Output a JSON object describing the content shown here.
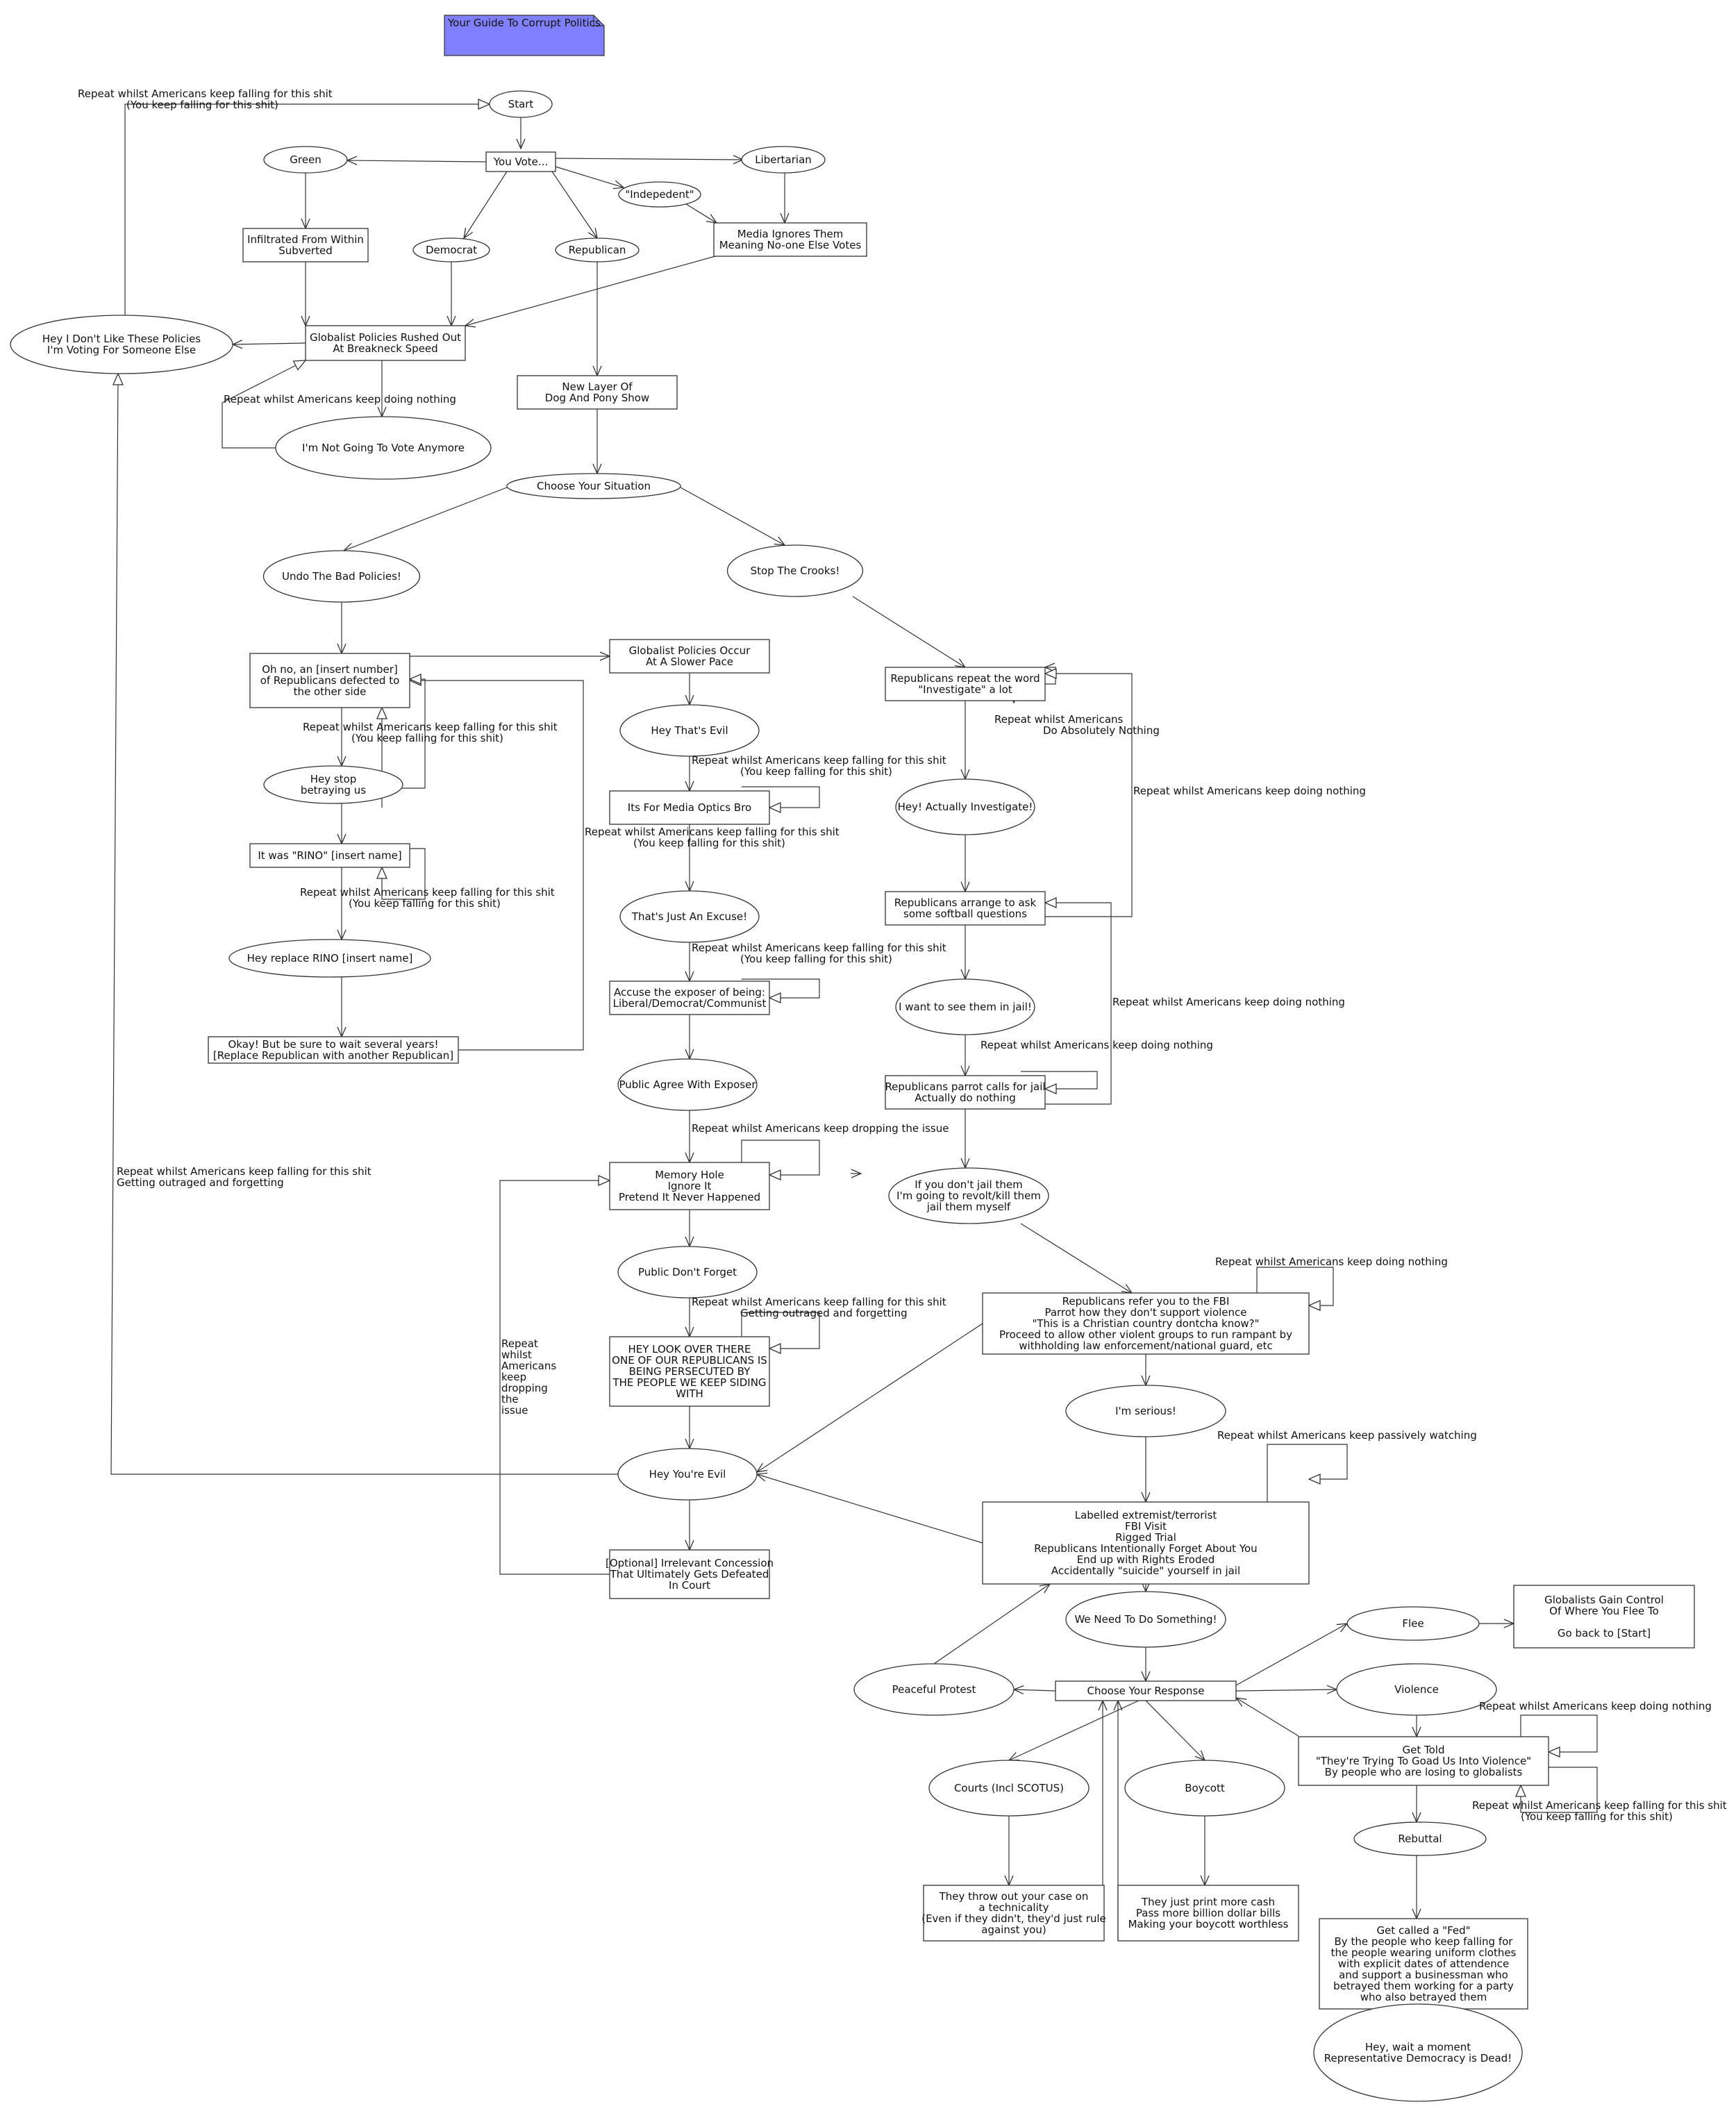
{
  "note": "Your Guide To Corrupt Politics",
  "colors": {
    "note_fill": "#8080ff",
    "line": "#333333",
    "node_fill": "#ffffff"
  },
  "nodes": [
    {
      "id": "start",
      "shape": "ellipse",
      "text": [
        "Start"
      ]
    },
    {
      "id": "youvote",
      "shape": "rect",
      "text": [
        "You Vote..."
      ]
    },
    {
      "id": "green",
      "shape": "ellipse",
      "text": [
        "Green"
      ]
    },
    {
      "id": "libertarian",
      "shape": "ellipse",
      "text": [
        "Libertarian"
      ]
    },
    {
      "id": "independent",
      "shape": "ellipse",
      "text": [
        "\"Indepedent\""
      ]
    },
    {
      "id": "democrat",
      "shape": "ellipse",
      "text": [
        "Democrat"
      ]
    },
    {
      "id": "republican",
      "shape": "ellipse",
      "text": [
        "Republican"
      ]
    },
    {
      "id": "infiltrated",
      "shape": "rect",
      "text": [
        "Infiltrated From Within",
        "Subverted"
      ]
    },
    {
      "id": "media_ignores",
      "shape": "rect",
      "text": [
        "Media Ignores Them",
        "Meaning No-one Else Votes"
      ]
    },
    {
      "id": "globalist_rushed",
      "shape": "rect",
      "text": [
        "Globalist Policies Rushed Out",
        "At Breakneck Speed"
      ]
    },
    {
      "id": "hey_dont_like",
      "shape": "ellipse",
      "text": [
        "Hey I Don't Like These Policies",
        "I'm Voting For Someone Else"
      ]
    },
    {
      "id": "not_vote",
      "shape": "ellipse",
      "text": [
        "I'm Not Going To Vote Anymore"
      ]
    },
    {
      "id": "new_layer",
      "shape": "rect",
      "text": [
        "New Layer Of",
        "Dog And Pony Show"
      ]
    },
    {
      "id": "choose_situation",
      "shape": "ellipse",
      "text": [
        "Choose Your Situation"
      ]
    },
    {
      "id": "undo",
      "shape": "ellipse",
      "text": [
        "Undo The Bad Policies!"
      ]
    },
    {
      "id": "stop_crooks",
      "shape": "ellipse",
      "text": [
        "Stop The Crooks!"
      ]
    },
    {
      "id": "oh_no",
      "shape": "rect",
      "text": [
        "Oh no, an [insert number]",
        "of Republicans defected to",
        "the other side"
      ]
    },
    {
      "id": "globalist_slower",
      "shape": "rect",
      "text": [
        "Globalist Policies Occur",
        "At A Slower Pace"
      ]
    },
    {
      "id": "hey_stop",
      "shape": "ellipse",
      "text": [
        "Hey stop",
        "betraying us"
      ]
    },
    {
      "id": "rino",
      "shape": "rect",
      "text": [
        "It was \"RINO\" [insert name]"
      ]
    },
    {
      "id": "replace_rino",
      "shape": "ellipse",
      "text": [
        "Hey replace RINO [insert name]"
      ]
    },
    {
      "id": "okay_wait",
      "shape": "rect",
      "text": [
        "Okay! But be sure to wait several years!",
        "[Replace Republican with another Republican]"
      ]
    },
    {
      "id": "thats_evil",
      "shape": "ellipse",
      "text": [
        "Hey That's Evil"
      ]
    },
    {
      "id": "media_optics",
      "shape": "rect",
      "text": [
        "Its For Media Optics Bro"
      ]
    },
    {
      "id": "just_excuse",
      "shape": "ellipse",
      "text": [
        "That's Just An Excuse!"
      ]
    },
    {
      "id": "accuse",
      "shape": "rect",
      "text": [
        "Accuse the exposer of being:",
        "Liberal/Democrat/Communist"
      ]
    },
    {
      "id": "public_agree",
      "shape": "ellipse",
      "text": [
        "Public Agree With Exposer"
      ]
    },
    {
      "id": "memory_hole",
      "shape": "rect",
      "text": [
        "Memory Hole",
        "Ignore It",
        "Pretend It Never Happened"
      ]
    },
    {
      "id": "public_dont_forget",
      "shape": "ellipse",
      "text": [
        "Public Don't Forget"
      ]
    },
    {
      "id": "hey_look",
      "shape": "rect",
      "text": [
        "HEY LOOK OVER THERE",
        "ONE OF OUR REPUBLICANS IS",
        "BEING PERSECUTED BY",
        "THE PEOPLE WE KEEP SIDING",
        "WITH"
      ]
    },
    {
      "id": "hey_youre_evil",
      "shape": "ellipse",
      "text": [
        "Hey You're Evil"
      ]
    },
    {
      "id": "irrelevant",
      "shape": "rect",
      "text": [
        "[Optional] Irrelevant Concession",
        "That Ultimately Gets Defeated",
        "In Court"
      ]
    },
    {
      "id": "investigate",
      "shape": "rect",
      "text": [
        "Republicans repeat the word",
        "\"Investigate\" a lot"
      ]
    },
    {
      "id": "actually_investigate",
      "shape": "ellipse",
      "text": [
        "Hey! Actually Investigate!"
      ]
    },
    {
      "id": "softball",
      "shape": "rect",
      "text": [
        "Republicans arrange to ask",
        "some softball questions"
      ]
    },
    {
      "id": "see_jail",
      "shape": "ellipse",
      "text": [
        "I want to see them in jail!"
      ]
    },
    {
      "id": "parrot",
      "shape": "rect",
      "text": [
        "Republicans parrot calls for jail",
        "Actually do nothing"
      ]
    },
    {
      "id": "revolt",
      "shape": "ellipse",
      "text": [
        "If you don't jail them",
        "I'm going to revolt/kill them",
        "jail them myself"
      ]
    },
    {
      "id": "fbi",
      "shape": "rect",
      "text": [
        "Republicans refer you to the FBI",
        "Parrot how they don't support violence",
        "\"This is a Christian country dontcha know?\"",
        "Proceed to allow other violent groups to run rampant by",
        "withholding law enforcement/national guard, etc"
      ]
    },
    {
      "id": "serious",
      "shape": "ellipse",
      "text": [
        "I'm serious!"
      ]
    },
    {
      "id": "labelled",
      "shape": "rect",
      "text": [
        "Labelled extremist/terrorist",
        "FBI Visit",
        "Rigged Trial",
        "Republicans Intentionally Forget About You",
        "End up with Rights Eroded",
        "Accidentally \"suicide\" yourself in jail"
      ]
    },
    {
      "id": "need_something",
      "shape": "ellipse",
      "text": [
        "We Need To Do Something!"
      ]
    },
    {
      "id": "choose_response",
      "shape": "rect",
      "text": [
        "Choose Your Response"
      ]
    },
    {
      "id": "peaceful",
      "shape": "ellipse",
      "text": [
        "Peaceful Protest"
      ]
    },
    {
      "id": "flee",
      "shape": "ellipse",
      "text": [
        "Flee"
      ]
    },
    {
      "id": "globalists_control",
      "shape": "rect",
      "text": [
        "Globalists Gain Control",
        "Of Where You Flee To",
        "",
        "Go back to [Start]"
      ]
    },
    {
      "id": "violence",
      "shape": "ellipse",
      "text": [
        "Violence"
      ]
    },
    {
      "id": "get_told",
      "shape": "rect",
      "text": [
        "Get Told",
        "\"They're Trying To Goad Us Into Violence\"",
        "By people who are losing to globalists"
      ]
    },
    {
      "id": "courts",
      "shape": "ellipse",
      "text": [
        "Courts (Incl SCOTUS)"
      ]
    },
    {
      "id": "boycott",
      "shape": "ellipse",
      "text": [
        "Boycott"
      ]
    },
    {
      "id": "rebuttal",
      "shape": "ellipse",
      "text": [
        "Rebuttal"
      ]
    },
    {
      "id": "throw_out",
      "shape": "rect",
      "text": [
        "They throw out your case on",
        "a technicality",
        "(Even if they didn't, they'd just rule",
        "against you)"
      ]
    },
    {
      "id": "print_cash",
      "shape": "rect",
      "text": [
        "They just print more cash",
        "Pass more billion dollar bills",
        "Making your boycott worthless"
      ]
    },
    {
      "id": "called_fed",
      "shape": "rect",
      "text": [
        "Get called a \"Fed\"",
        "By the people who keep falling for",
        "the people wearing uniform clothes",
        "with explicit dates of attendence",
        "and support a businessman who",
        "betrayed them working for a party",
        "who also betrayed them"
      ]
    },
    {
      "id": "dead",
      "shape": "ellipse",
      "text": [
        "Hey, wait a moment",
        "Representative Democracy is Dead!"
      ]
    }
  ],
  "edge_labels": [
    {
      "id": "l_top",
      "text": [
        "Repeat whilst Americans keep falling for this shit",
        "(You keep falling for this shit)"
      ]
    },
    {
      "id": "l_doing_nothing",
      "text": [
        "Repeat whilst Americans keep doing nothing"
      ]
    },
    {
      "id": "l_ohno",
      "text": [
        "Repeat whilst Americans keep falling for this shit",
        "(You keep falling for this shit)"
      ]
    },
    {
      "id": "l_rino",
      "text": [
        "Repeat whilst Americans keep falling for this shit",
        "(You keep falling for this shit)"
      ]
    },
    {
      "id": "l_optics",
      "text": [
        "Repeat whilst Americans keep falling for this shit",
        "(You keep falling for this shit)"
      ]
    },
    {
      "id": "l_optics2",
      "text": [
        "Repeat whilst Americans keep falling for this shit",
        "(You keep falling for this shit)"
      ]
    },
    {
      "id": "l_accuse",
      "text": [
        "Repeat whilst Americans keep falling for this shit",
        "(You keep falling for this shit)"
      ]
    },
    {
      "id": "l_dropping",
      "text": [
        "Repeat whilst Americans keep dropping the issue"
      ]
    },
    {
      "id": "l_heylook",
      "text": [
        "Repeat whilst Americans keep falling for this shit",
        "Getting outraged and forgetting"
      ]
    },
    {
      "id": "l_left",
      "text": [
        "Repeat whilst Americans keep falling for this shit",
        "Getting outraged and forgetting"
      ]
    },
    {
      "id": "l_vertical",
      "text": [
        "Repeat",
        "whilst",
        "Americans",
        "keep",
        "dropping",
        "the",
        "issue"
      ]
    },
    {
      "id": "l_investigate",
      "text": [
        "Repeat whilst Americans",
        "Do Absolutely Nothing"
      ]
    },
    {
      "id": "l_right1",
      "text": [
        "Repeat whilst Americans keep doing nothing"
      ]
    },
    {
      "id": "l_right2",
      "text": [
        "Repeat whilst Americans keep doing nothing"
      ]
    },
    {
      "id": "l_parrot",
      "text": [
        "Repeat whilst Americans keep doing nothing"
      ]
    },
    {
      "id": "l_fbi",
      "text": [
        "Repeat whilst Americans keep doing nothing"
      ]
    },
    {
      "id": "l_labelled",
      "text": [
        "Repeat whilst Americans keep passively watching"
      ]
    },
    {
      "id": "l_gettold1",
      "text": [
        "Repeat whilst Americans keep doing nothing"
      ]
    },
    {
      "id": "l_gettold2",
      "text": [
        "Repeat whilst Americans keep falling for this shit",
        "(You keep falling for this shit)"
      ]
    }
  ]
}
